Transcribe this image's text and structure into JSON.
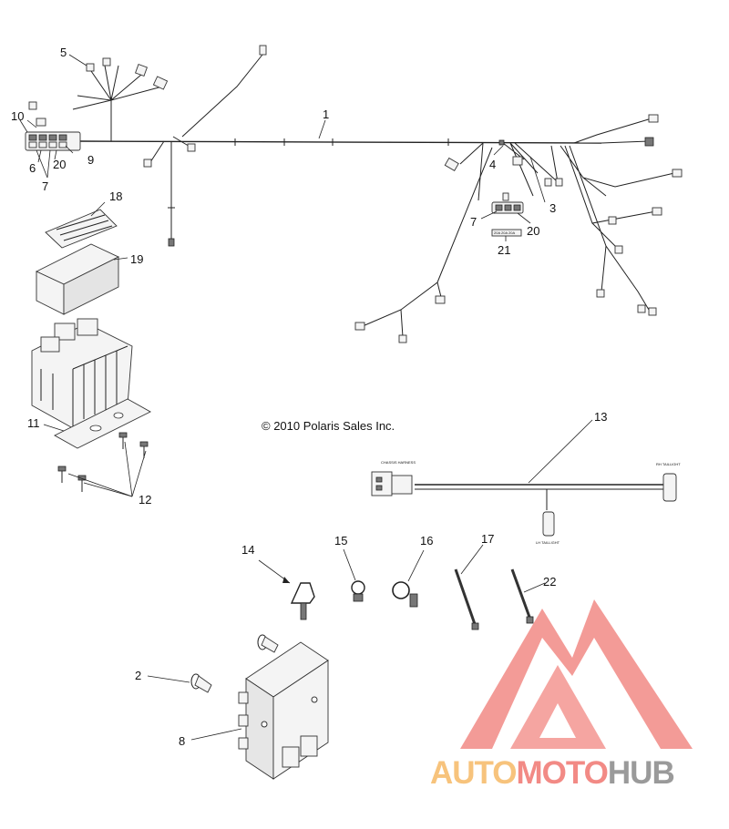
{
  "copyright": "© 2010 Polaris Sales Inc.",
  "callouts": {
    "n1": "1",
    "n2": "2",
    "n3": "3",
    "n4": "4",
    "n5": "5",
    "n6": "6",
    "n7a": "7",
    "n7b": "7",
    "n8": "8",
    "n9": "9",
    "n10": "10",
    "n11": "11",
    "n12": "12",
    "n13": "13",
    "n14": "14",
    "n15": "15",
    "n16": "16",
    "n17": "17",
    "n18": "18",
    "n19": "19",
    "n20a": "20",
    "n20b": "20",
    "n21": "21",
    "n22": "22"
  },
  "harness_labels": {
    "chassis": "CHASSIS HARNESS",
    "rh_taillight": "RH TAILLIGHT",
    "lh_taillight": "LH TAILLIGHT",
    "relay_tags": "20A 20A 20A"
  },
  "watermark": {
    "part1": "AUTO",
    "part2": "MOTO",
    "part3": "HUB",
    "color_orange": "#f7c37c",
    "color_red": "#f28a85",
    "color_gray": "#9a9a9a"
  },
  "icons": [
    "fuse-box-icon",
    "relay-cover-icon",
    "cable-tie-icon",
    "control-module-icon",
    "logo-triangle-icon"
  ]
}
